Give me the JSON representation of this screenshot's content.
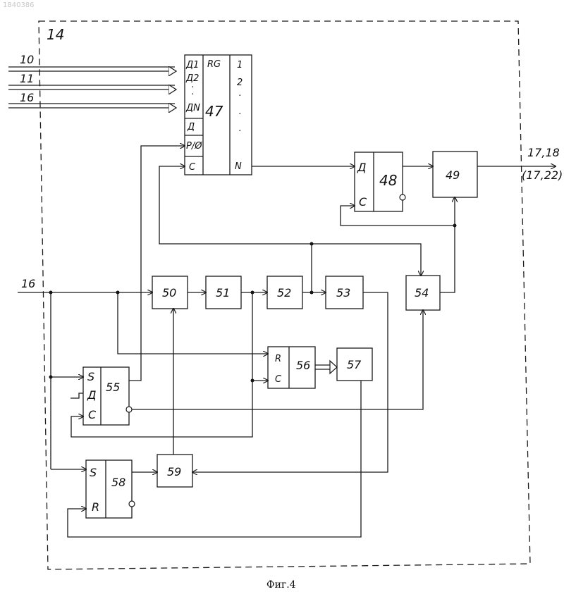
{
  "doc_number": "1840386",
  "caption": "Фиг.4",
  "module_label": "14",
  "inputs": [
    {
      "label": "10"
    },
    {
      "label": "11"
    },
    {
      "label": "16"
    }
  ],
  "clock_input": "16",
  "output": {
    "label": "17,18",
    "alt_label": "(17,22)"
  },
  "register": {
    "id": "47",
    "type": "RG",
    "pins_left": [
      "Д1",
      "Д2",
      "·",
      "·",
      "ДN",
      "Д",
      "Р/Ø",
      "С"
    ],
    "pins_right": [
      "1",
      "2",
      "·",
      "·",
      "·",
      "N"
    ]
  },
  "blocks": [
    {
      "id": "48",
      "pins": [
        "Д",
        "С"
      ]
    },
    {
      "id": "49"
    },
    {
      "id": "50"
    },
    {
      "id": "51"
    },
    {
      "id": "52"
    },
    {
      "id": "53"
    },
    {
      "id": "54"
    },
    {
      "id": "55",
      "pins": [
        "S",
        "Д",
        "С"
      ]
    },
    {
      "id": "56",
      "pins": [
        "R",
        "С"
      ]
    },
    {
      "id": "57"
    },
    {
      "id": "58",
      "pins": [
        "S",
        "R"
      ]
    },
    {
      "id": "59"
    }
  ]
}
